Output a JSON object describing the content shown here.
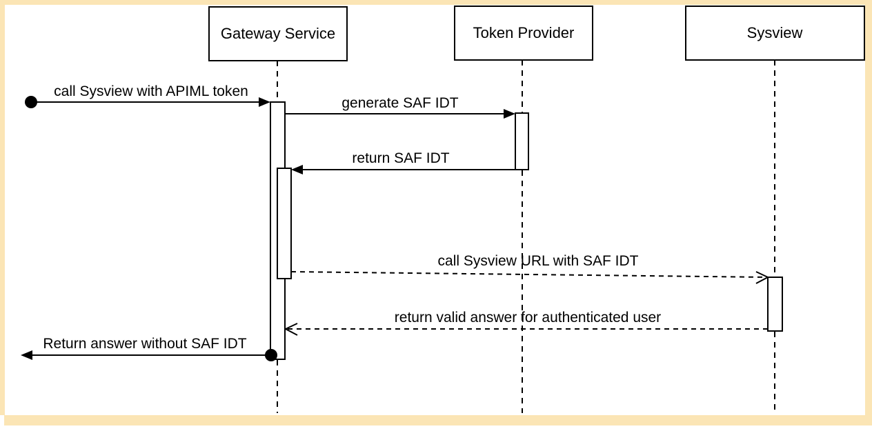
{
  "diagram": {
    "kind": "uml-sequence-diagram",
    "colors": {
      "frame": "#FBE5B5",
      "background": "#FFFFFF",
      "line": "#000000"
    },
    "participants": [
      {
        "id": "gateway-service",
        "label": "Gateway Service"
      },
      {
        "id": "token-provider",
        "label": "Token Provider"
      },
      {
        "id": "sysview",
        "label": "Sysview"
      }
    ],
    "messages": [
      {
        "label": "call Sysview with APIML token",
        "from": "caller",
        "to": "gateway-service",
        "line": "solid",
        "start": "filled-circle",
        "end": "filled-arrow"
      },
      {
        "label": "generate SAF IDT",
        "from": "gateway-service",
        "to": "token-provider",
        "line": "solid",
        "end": "filled-arrow"
      },
      {
        "label": "return SAF IDT",
        "from": "token-provider",
        "to": "gateway-service",
        "line": "solid",
        "end": "filled-arrow"
      },
      {
        "label": "call Sysview URL with SAF IDT",
        "from": "gateway-service",
        "to": "sysview",
        "line": "dashed",
        "end": "open-arrow"
      },
      {
        "label": "return valid answer for authenticated user",
        "from": "sysview",
        "to": "gateway-service",
        "line": "dashed",
        "end": "open-arrow"
      },
      {
        "label": "Return answer without SAF IDT",
        "from": "gateway-service",
        "to": "caller",
        "line": "solid",
        "start": "filled-circle",
        "end": "filled-arrow"
      }
    ]
  }
}
